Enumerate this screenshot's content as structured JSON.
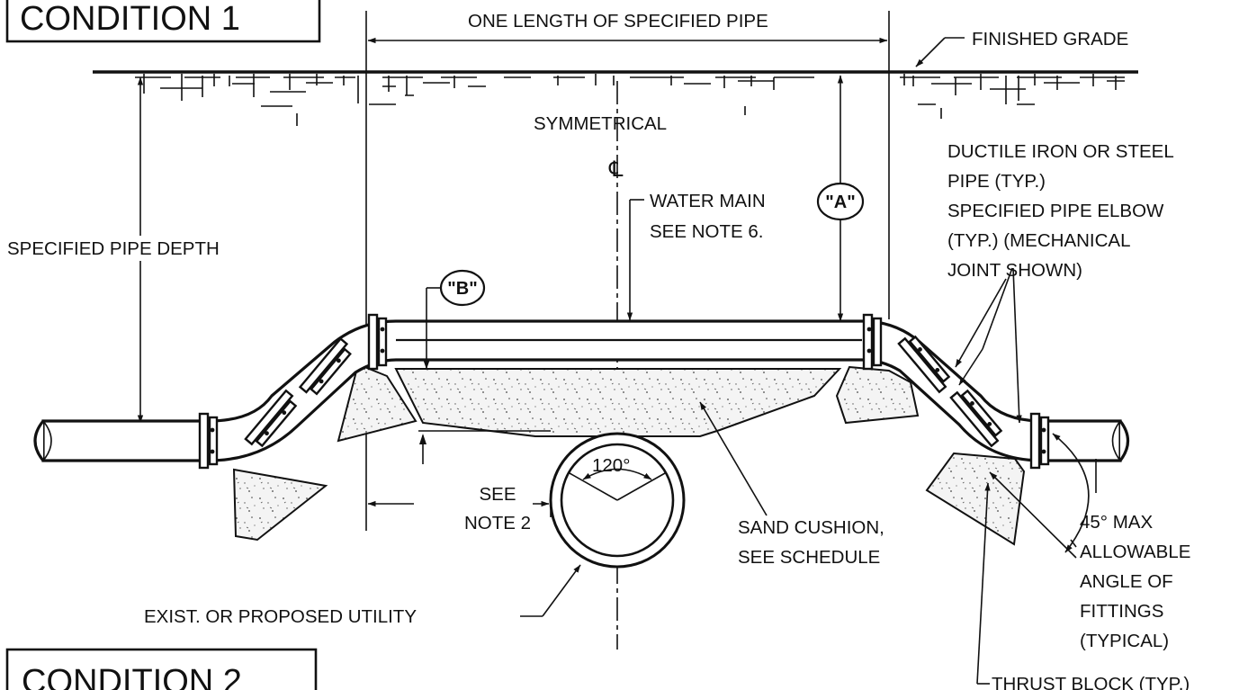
{
  "condition_1": "CONDITION 1",
  "condition_2": "CONDITION 2",
  "labels": {
    "pipe_length": "ONE LENGTH OF SPECIFIED PIPE",
    "finished_grade": "FINISHED GRADE",
    "symmetrical": "SYMMETRICAL",
    "centerline": "℄",
    "ductile": [
      "DUCTILE IRON OR STEEL",
      "PIPE (TYP.)",
      "SPECIFIED PIPE ELBOW",
      "(TYP.) (MECHANICAL",
      "JOINT SHOWN)"
    ],
    "pipe_depth": "SPECIFIED PIPE DEPTH",
    "water_main": [
      "WATER MAIN",
      "SEE NOTE 6."
    ],
    "bubble_a": "\"A\"",
    "bubble_b": "\"B\"",
    "angle": "120°",
    "see_note_2": [
      "SEE",
      "NOTE 2"
    ],
    "sand_cushion": [
      "SAND CUSHION,",
      "SEE SCHEDULE"
    ],
    "max_angle": [
      "45° MAX",
      "ALLOWABLE",
      "ANGLE OF",
      "FITTINGS",
      "(TYPICAL)"
    ],
    "utility": "EXIST. OR PROPOSED UTILITY",
    "thrust_block": "THRUST BLOCK (TYP.)"
  }
}
